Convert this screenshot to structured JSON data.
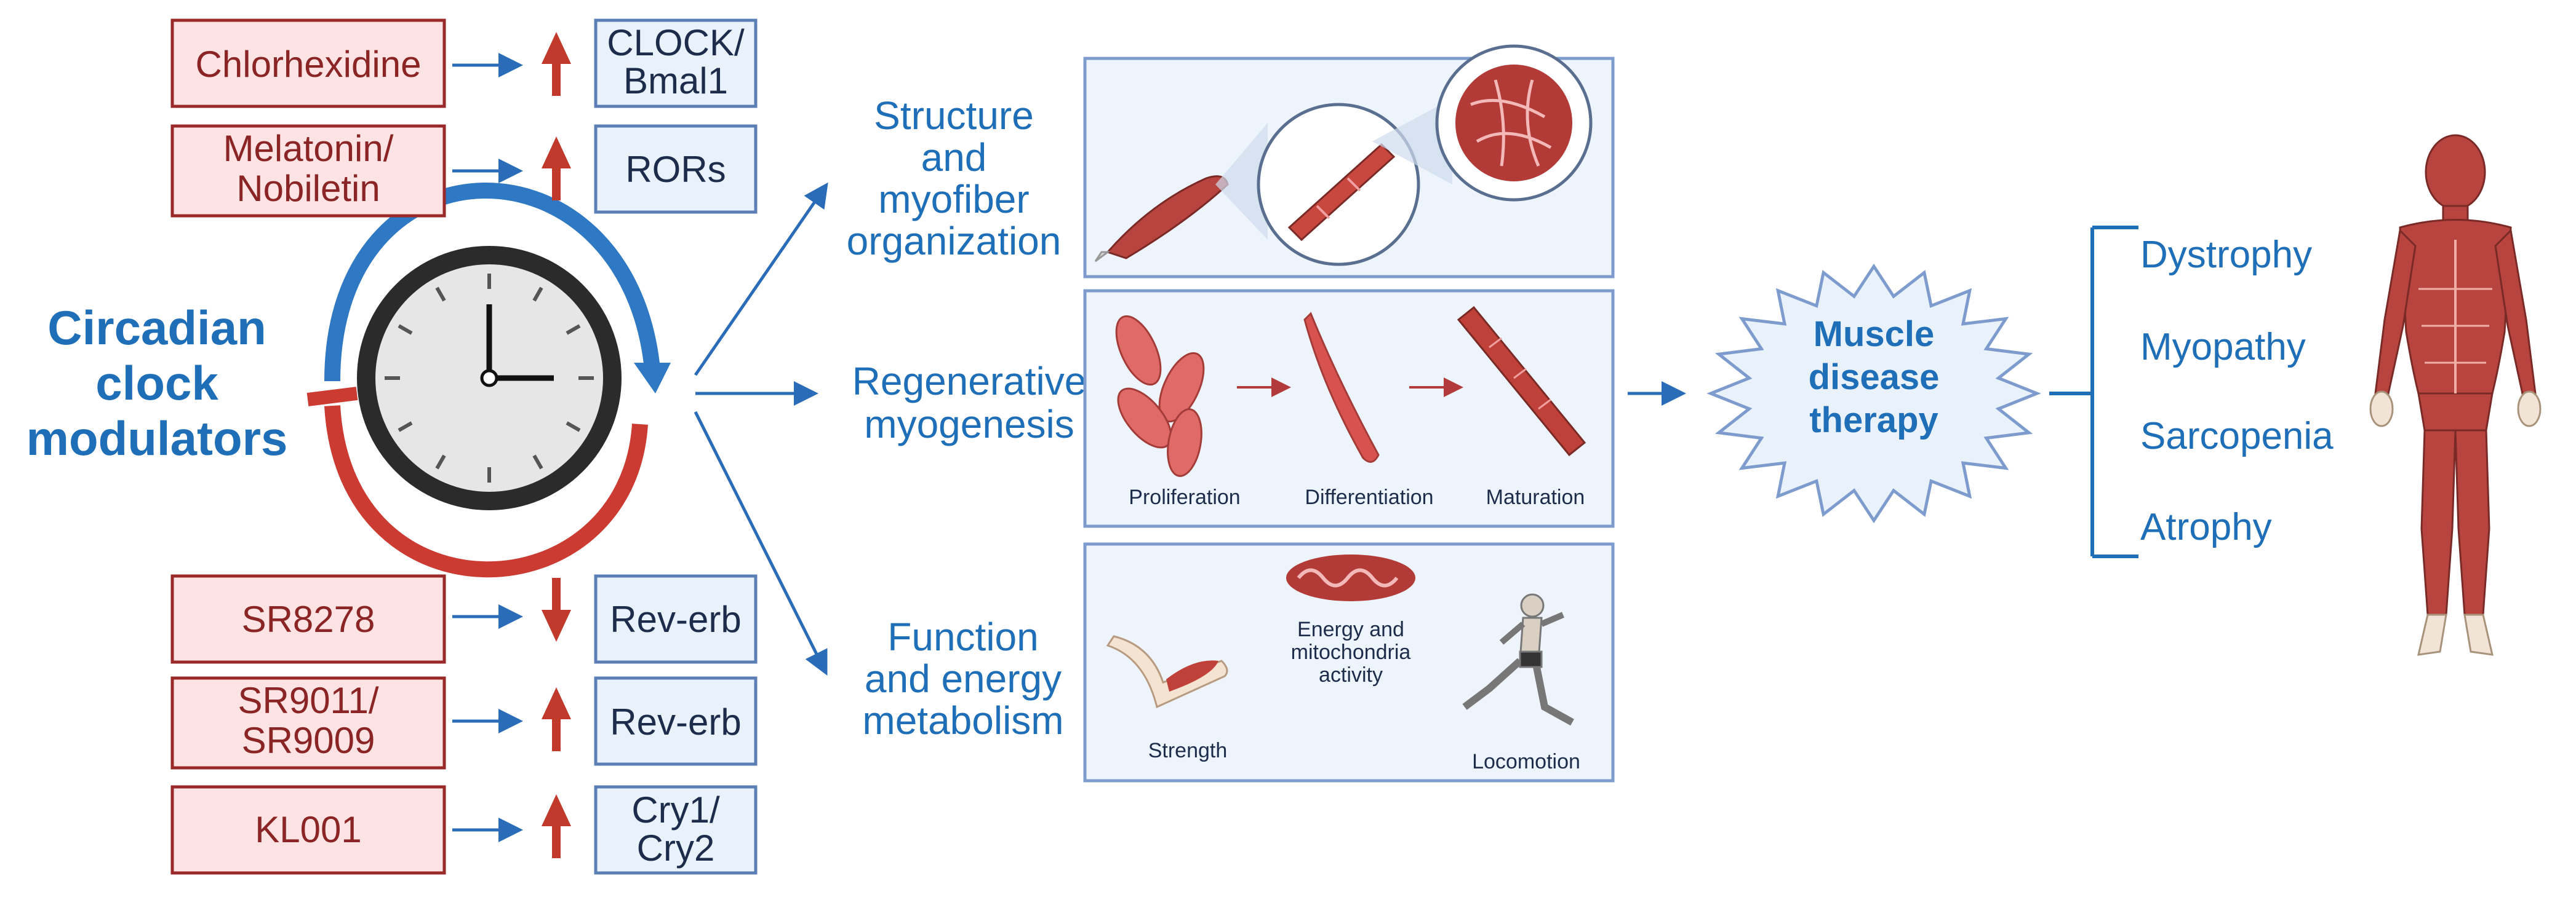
{
  "modulator_title": [
    "Circadian",
    "clock",
    "modulators"
  ],
  "drugs": [
    {
      "lines": [
        "Chlorhexidine"
      ],
      "direction": "up",
      "target": [
        "CLOCK/",
        "Bmal1"
      ]
    },
    {
      "lines": [
        "Melatonin/",
        "Nobiletin"
      ],
      "direction": "up",
      "target": [
        "RORs"
      ]
    },
    {
      "lines": [
        "SR8278"
      ],
      "direction": "down",
      "target": [
        "Rev-erb"
      ]
    },
    {
      "lines": [
        "SR9011/",
        "SR9009"
      ],
      "direction": "up",
      "target": [
        "Rev-erb"
      ]
    },
    {
      "lines": [
        "KL001"
      ],
      "direction": "up",
      "target": [
        "Cry1/",
        "Cry2"
      ]
    }
  ],
  "outcomes": [
    {
      "lines": [
        "Structure",
        "and",
        "myofiber",
        "organization"
      ]
    },
    {
      "lines": [
        "Regenerative",
        "myogenesis"
      ]
    },
    {
      "lines": [
        "Function",
        "and energy",
        "metabolism"
      ]
    }
  ],
  "panel2_labels": [
    "Proliferation",
    "Differentiation",
    "Maturation"
  ],
  "panel3_labels": {
    "strength": "Strength",
    "energy": [
      "Energy and",
      "mitochondria",
      "activity"
    ],
    "locomotion": "Locomotion"
  },
  "therapy": [
    "Muscle",
    "disease",
    "therapy"
  ],
  "diseases": [
    "Dystrophy",
    "Myopathy",
    "Sarcopenia",
    "Atrophy"
  ],
  "colors": {
    "accent_blue": "#1f6fb8",
    "drug_red": "#8b2424",
    "arrow_red": "#c0392b",
    "muscle_red": "#b8443f"
  }
}
